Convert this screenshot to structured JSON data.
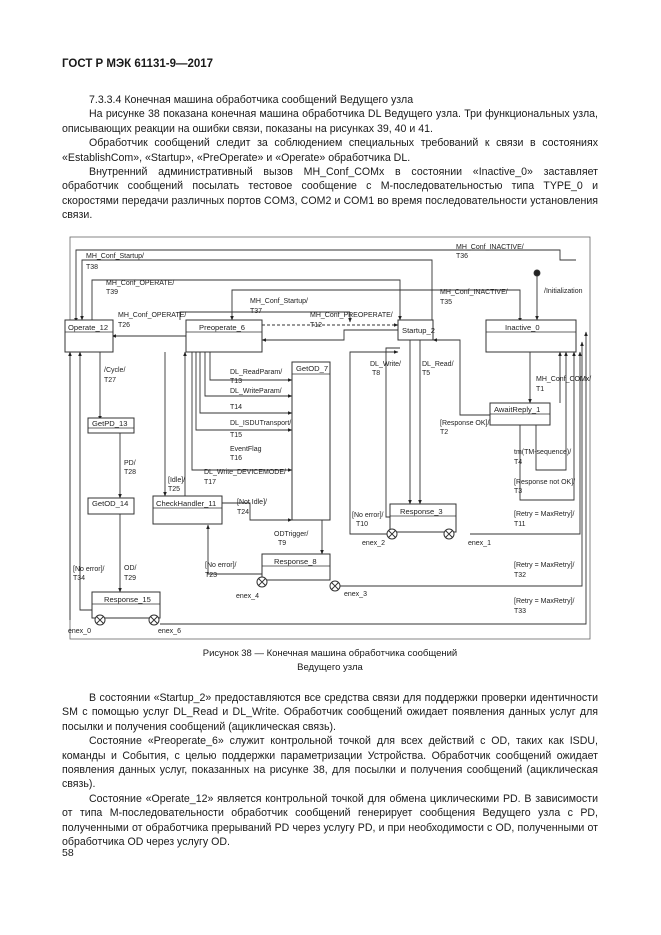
{
  "header": "ГОСТ Р МЭК 61131-9—2017",
  "intro_paragraphs": [
    "7.3.3.4 Конечная машина обработчика сообщений Ведущего узла",
    "На рисунке 38 показана конечная машина обработчика DL Ведущего узла. Три функциональных узла, описывающих реакции на ошибки связи, показаны на рисунках 39, 40 и 41.",
    "Обработчик сообщений следит за соблюдением специальных требований к связи в состояниях «EstablishCom», «Startup», «PreOperate» и «Operate» обработчика DL.",
    "Внутренний административный вызов MH_Conf_COMx в состоянии «Inactive_0» заставляет обработчик сообщений посылать тестовое сообщение с M-последовательностью типа TYPE_0 и скоростями передачи различных портов COM3, COM2 и COM1 во время последовательности установления связи."
  ],
  "diagram": {
    "states": {
      "operate": "Operate_12",
      "preoperate": "Preoperate_6",
      "startup": "Startup_2",
      "inactive": "Inactive_0",
      "getod": "GetOD_7",
      "getpd": "GetPD_13",
      "getod14": "GetOD_14",
      "checkhandler": "CheckHandler_11",
      "response8": "Response_8",
      "response15": "Response_15",
      "response3": "Response_3",
      "awaitreply": "AwaitReply_1"
    },
    "transitions": [
      "MH_Conf_INACTIVE/",
      "T36",
      "MH_Conf_Startup/",
      "T38",
      "MH_Conf_OPERATE/",
      "T39",
      "/Initialization",
      "MH_Conf_INACTIVE/",
      "T35",
      "MH_Conf_OPERATE/",
      "T26",
      "MH_Conf_Startup/",
      "T37",
      "MH_Conf_PREOPERATE/",
      "T12",
      "/Cycle/",
      "T27",
      "DL_ReadParam/",
      "T13",
      "DL_WriteParam/",
      "T14",
      "DL_ISDUTransport/",
      "T15",
      "EventFlag",
      "T16",
      "DL_Write_DEVICEMODE/",
      "T17",
      "DL_Write/",
      "T8",
      "DL_Read/",
      "T5",
      "MH_Conf_COMx/",
      "T1",
      "[Response OK]/",
      "T2",
      "tm(TM-sequence)/",
      "T4",
      "[Response not OK]/",
      "T3",
      "PD/",
      "T28",
      "[Idle]/",
      "T25",
      "[Not Idle]/",
      "T24",
      "[No error]/",
      "T10",
      "[Retry = MaxRetry]/",
      "T11",
      "OD/",
      "T29",
      "ODTrigger/",
      "T9",
      "[No error]/",
      "T23",
      "[No error]/",
      "T34",
      "[Retry = MaxRetry]/",
      "T32",
      "[Retry = MaxRetry]/",
      "T33"
    ],
    "exits": {
      "ex0": "enex_0",
      "ex6": "enex_6",
      "ex4": "enex_4",
      "ex3": "enex_3",
      "ex2": "enex_2",
      "ex1": "enex_1"
    }
  },
  "figure_caption_line1": "Рисунок 38 — Конечная машина обработчика сообщений",
  "figure_caption_line2": "Ведущего узла",
  "body_paragraphs": [
    "В состоянии «Startup_2» предоставляются все средства связи для поддержки проверки идентичности SM с помощью услуг DL_Read и DL_Write. Обработчик сообщений ожидает появления данных услуг для посылки и получения сообщений (ациклическая связь).",
    "Состояние «Preoperate_6» служит контрольной точкой для всех действий с OD, таких как ISDU, команды и События, с целью поддержки параметризации Устройства. Обработчик сообщений ожидает появления данных услуг, показанных на рисунке 38, для посылки и получения сообщений (ациклическая связь).",
    "Состояние «Operate_12» является контрольной точкой для обмена циклическими PD. В зависимости от типа M-последовательности обработчик сообщений генерирует сообщения Ведущего узла с PD, полученными от обработчика прерываний PD через услугу PD, и при необходимости с OD, полученными от обработчика OD через услугу OD."
  ],
  "page_number": "58"
}
